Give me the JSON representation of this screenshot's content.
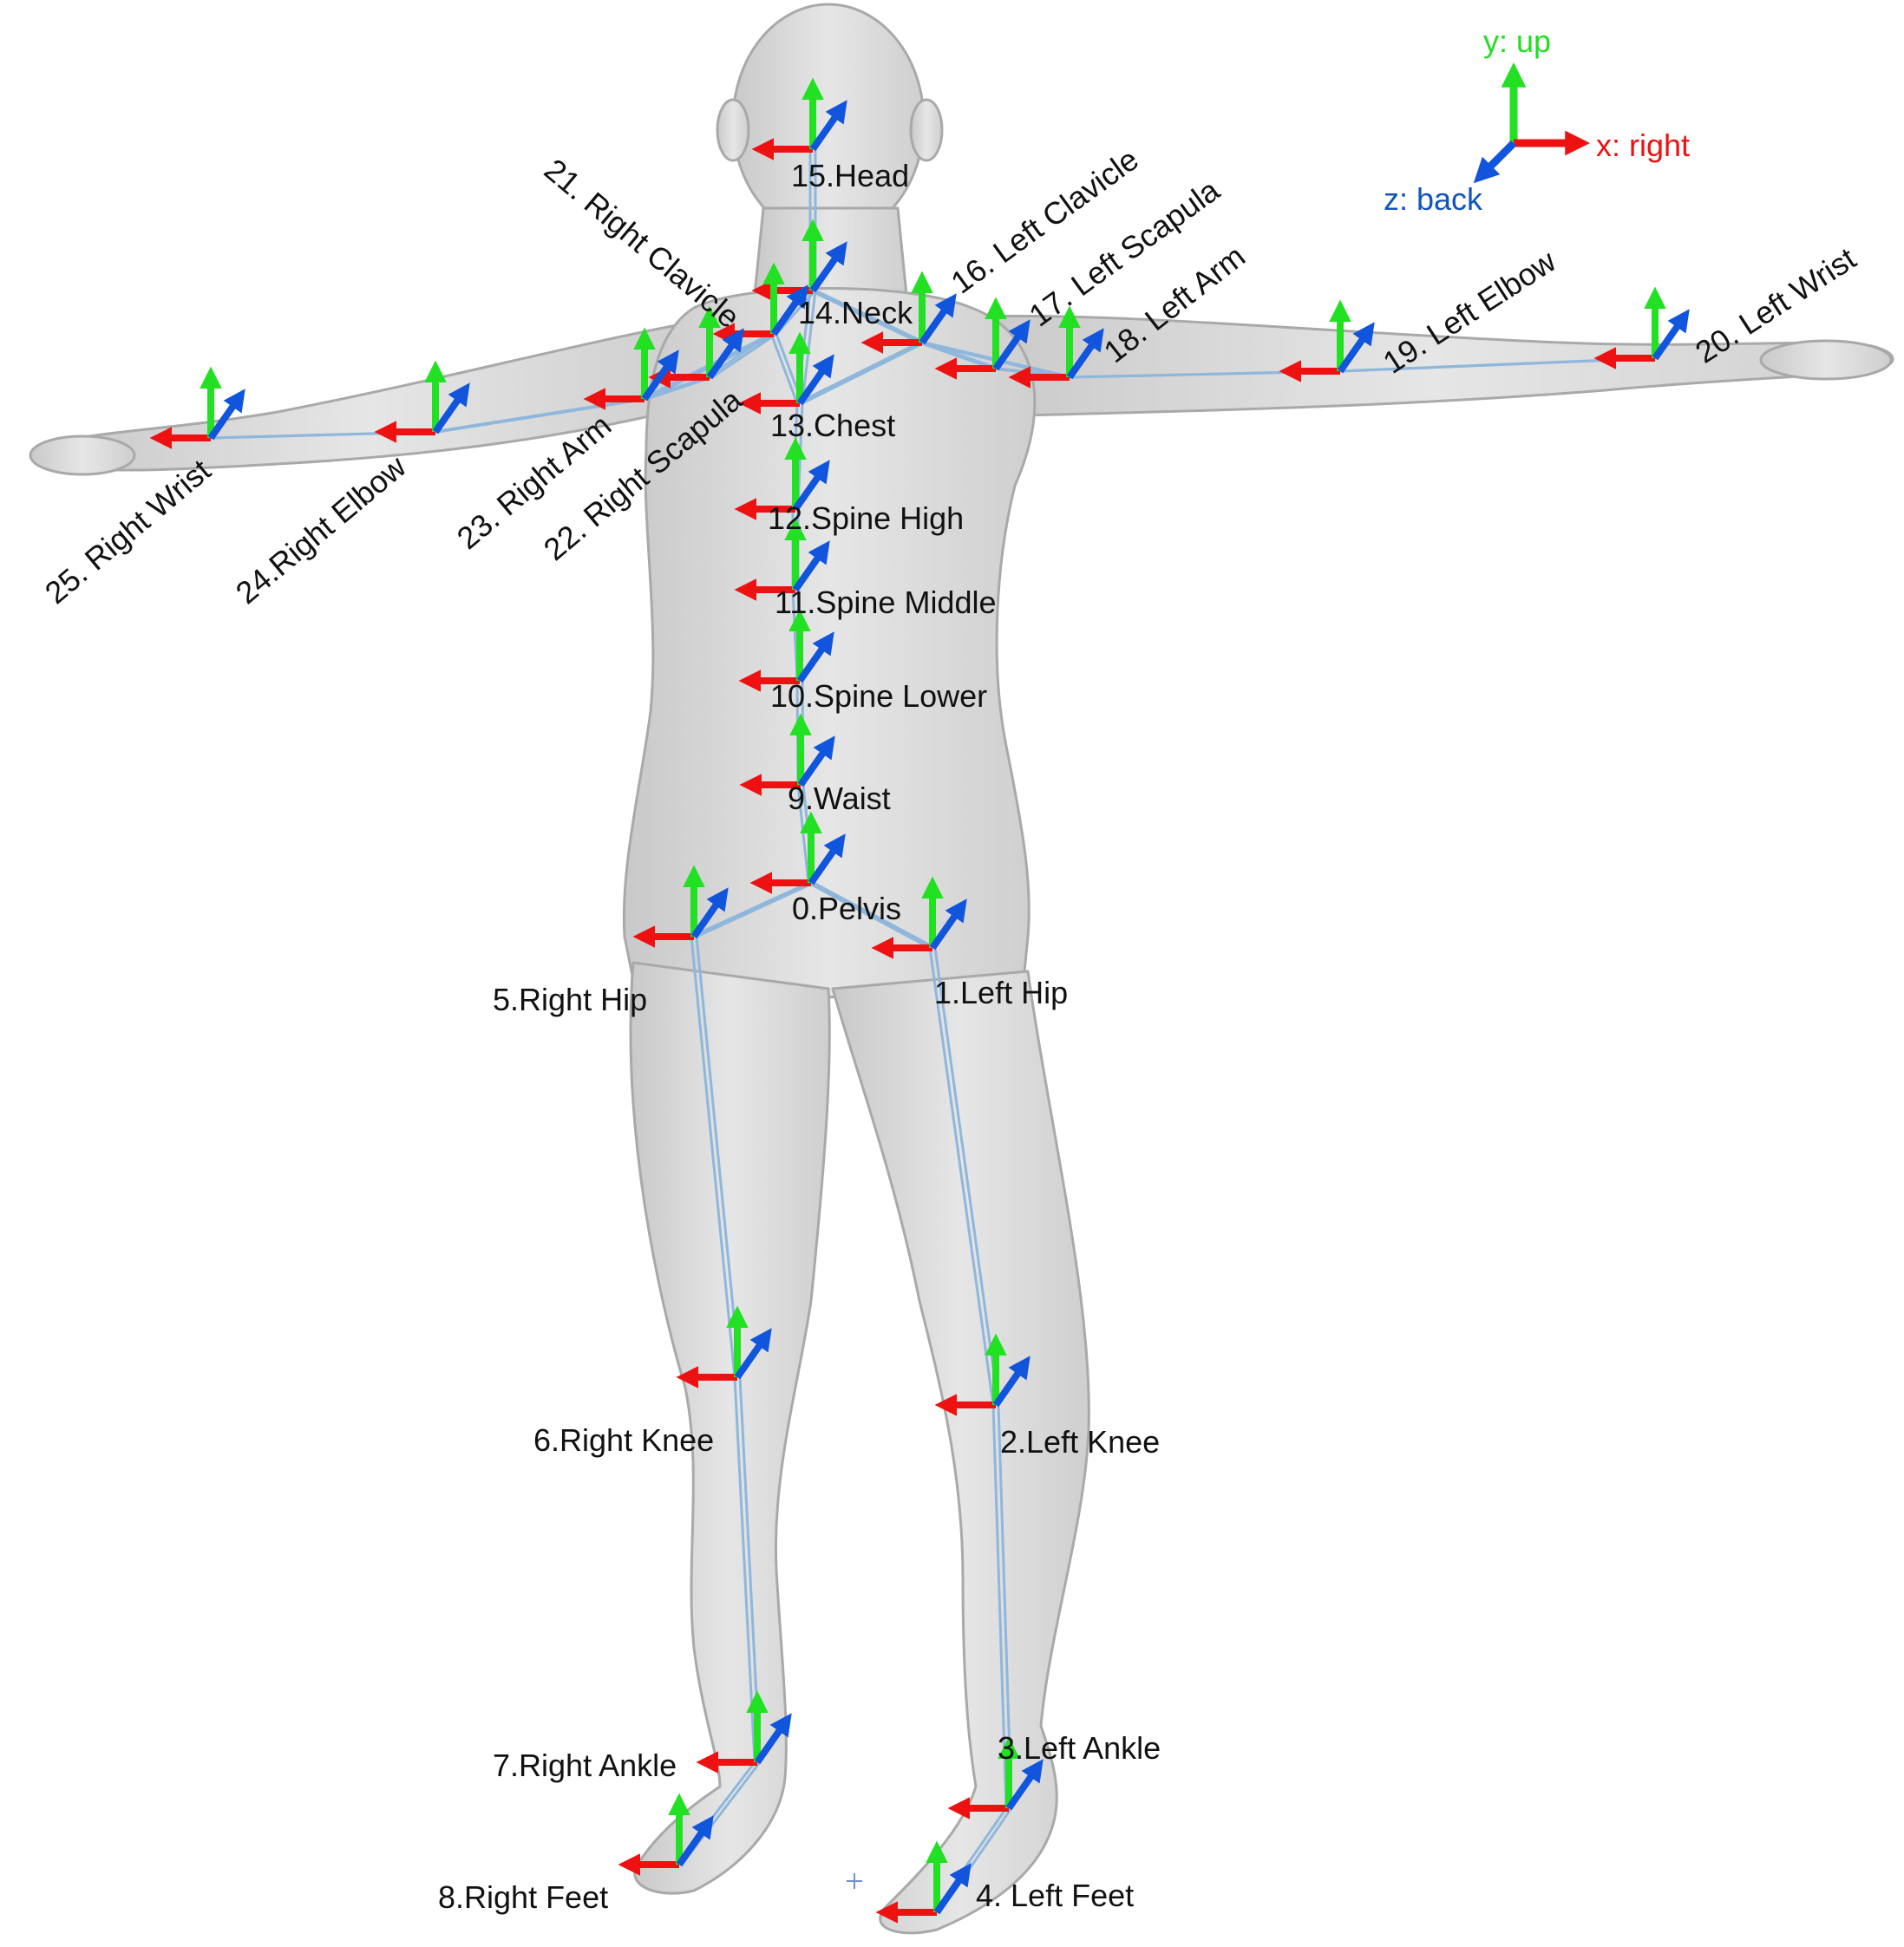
{
  "legend": {
    "y_label": "y: up",
    "x_label": "x: right",
    "z_label": "z: back"
  },
  "colors": {
    "x_axis": "#ee1111",
    "y_axis": "#22e022",
    "z_axis": "#1155dd",
    "skeleton": "#8fb7dc",
    "body_fill": "#dedede",
    "body_stroke": "#a9a9a9"
  },
  "joints": [
    {
      "id": "pelvis",
      "label": "0.Pelvis"
    },
    {
      "id": "left-hip",
      "label": "1.Left Hip"
    },
    {
      "id": "left-knee",
      "label": "2.Left Knee"
    },
    {
      "id": "left-ankle",
      "label": "3.Left Ankle"
    },
    {
      "id": "left-feet",
      "label": "4. Left Feet"
    },
    {
      "id": "right-hip",
      "label": "5.Right Hip"
    },
    {
      "id": "right-knee",
      "label": "6.Right Knee"
    },
    {
      "id": "right-ankle",
      "label": "7.Right Ankle"
    },
    {
      "id": "right-feet",
      "label": "8.Right Feet"
    },
    {
      "id": "waist",
      "label": "9.Waist"
    },
    {
      "id": "spine-lower",
      "label": "10.Spine Lower"
    },
    {
      "id": "spine-middle",
      "label": "11.Spine Middle"
    },
    {
      "id": "spine-high",
      "label": "12.Spine High"
    },
    {
      "id": "chest",
      "label": "13.Chest"
    },
    {
      "id": "neck",
      "label": "14.Neck"
    },
    {
      "id": "head",
      "label": "15.Head"
    },
    {
      "id": "left-clavicle",
      "label": "16. Left Clavicle"
    },
    {
      "id": "left-scapula",
      "label": "17. Left Scapula"
    },
    {
      "id": "left-arm",
      "label": "18. Left  Arm"
    },
    {
      "id": "left-elbow",
      "label": "19. Left Elbow"
    },
    {
      "id": "left-wrist",
      "label": "20. Left Wrist"
    },
    {
      "id": "right-clavicle",
      "label": "21. Right Clavicle"
    },
    {
      "id": "right-scapula",
      "label": "22. Right Scapula"
    },
    {
      "id": "right-arm",
      "label": "23. Right Arm"
    },
    {
      "id": "right-elbow",
      "label": "24.Right Elbow"
    },
    {
      "id": "right-wrist",
      "label": "25. Right Wrist"
    }
  ]
}
